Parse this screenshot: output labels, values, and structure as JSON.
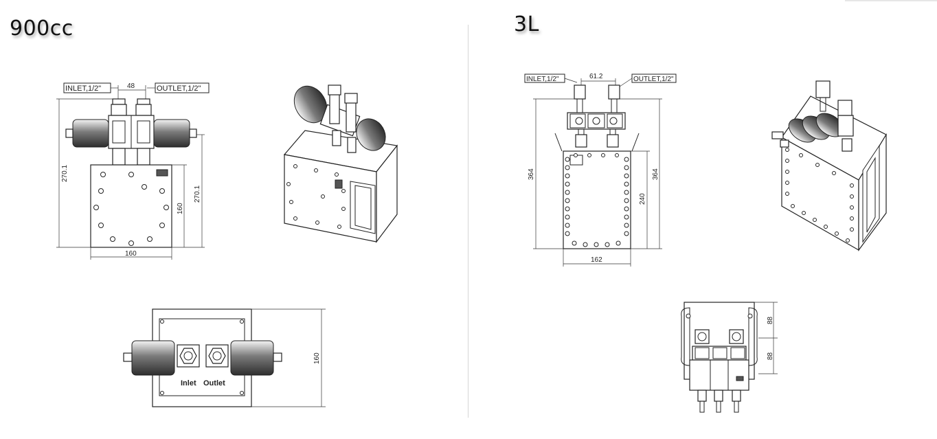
{
  "titles": {
    "left": "900cc",
    "right": "3L"
  },
  "left_front": {
    "inlet_label": "INLET,1/2\"",
    "outlet_label": "OUTLET,1/2\"",
    "dim_spacing": "48",
    "dim_total_left": "270.1",
    "dim_total_right": "270.1",
    "dim_body_height": "160",
    "dim_width": "160"
  },
  "left_top": {
    "inlet_text": "Inlet",
    "outlet_text": "Outlet",
    "dim_height": "160"
  },
  "right_front": {
    "inlet_label": "INLET,1/2\"",
    "outlet_label": "OUTLET,1/2\"",
    "dim_spacing": "61.2",
    "dim_total_left": "364",
    "dim_total_right": "364",
    "dim_body_height": "240",
    "dim_width": "162"
  },
  "right_top": {
    "dim_upper": "88",
    "dim_lower": "88"
  }
}
